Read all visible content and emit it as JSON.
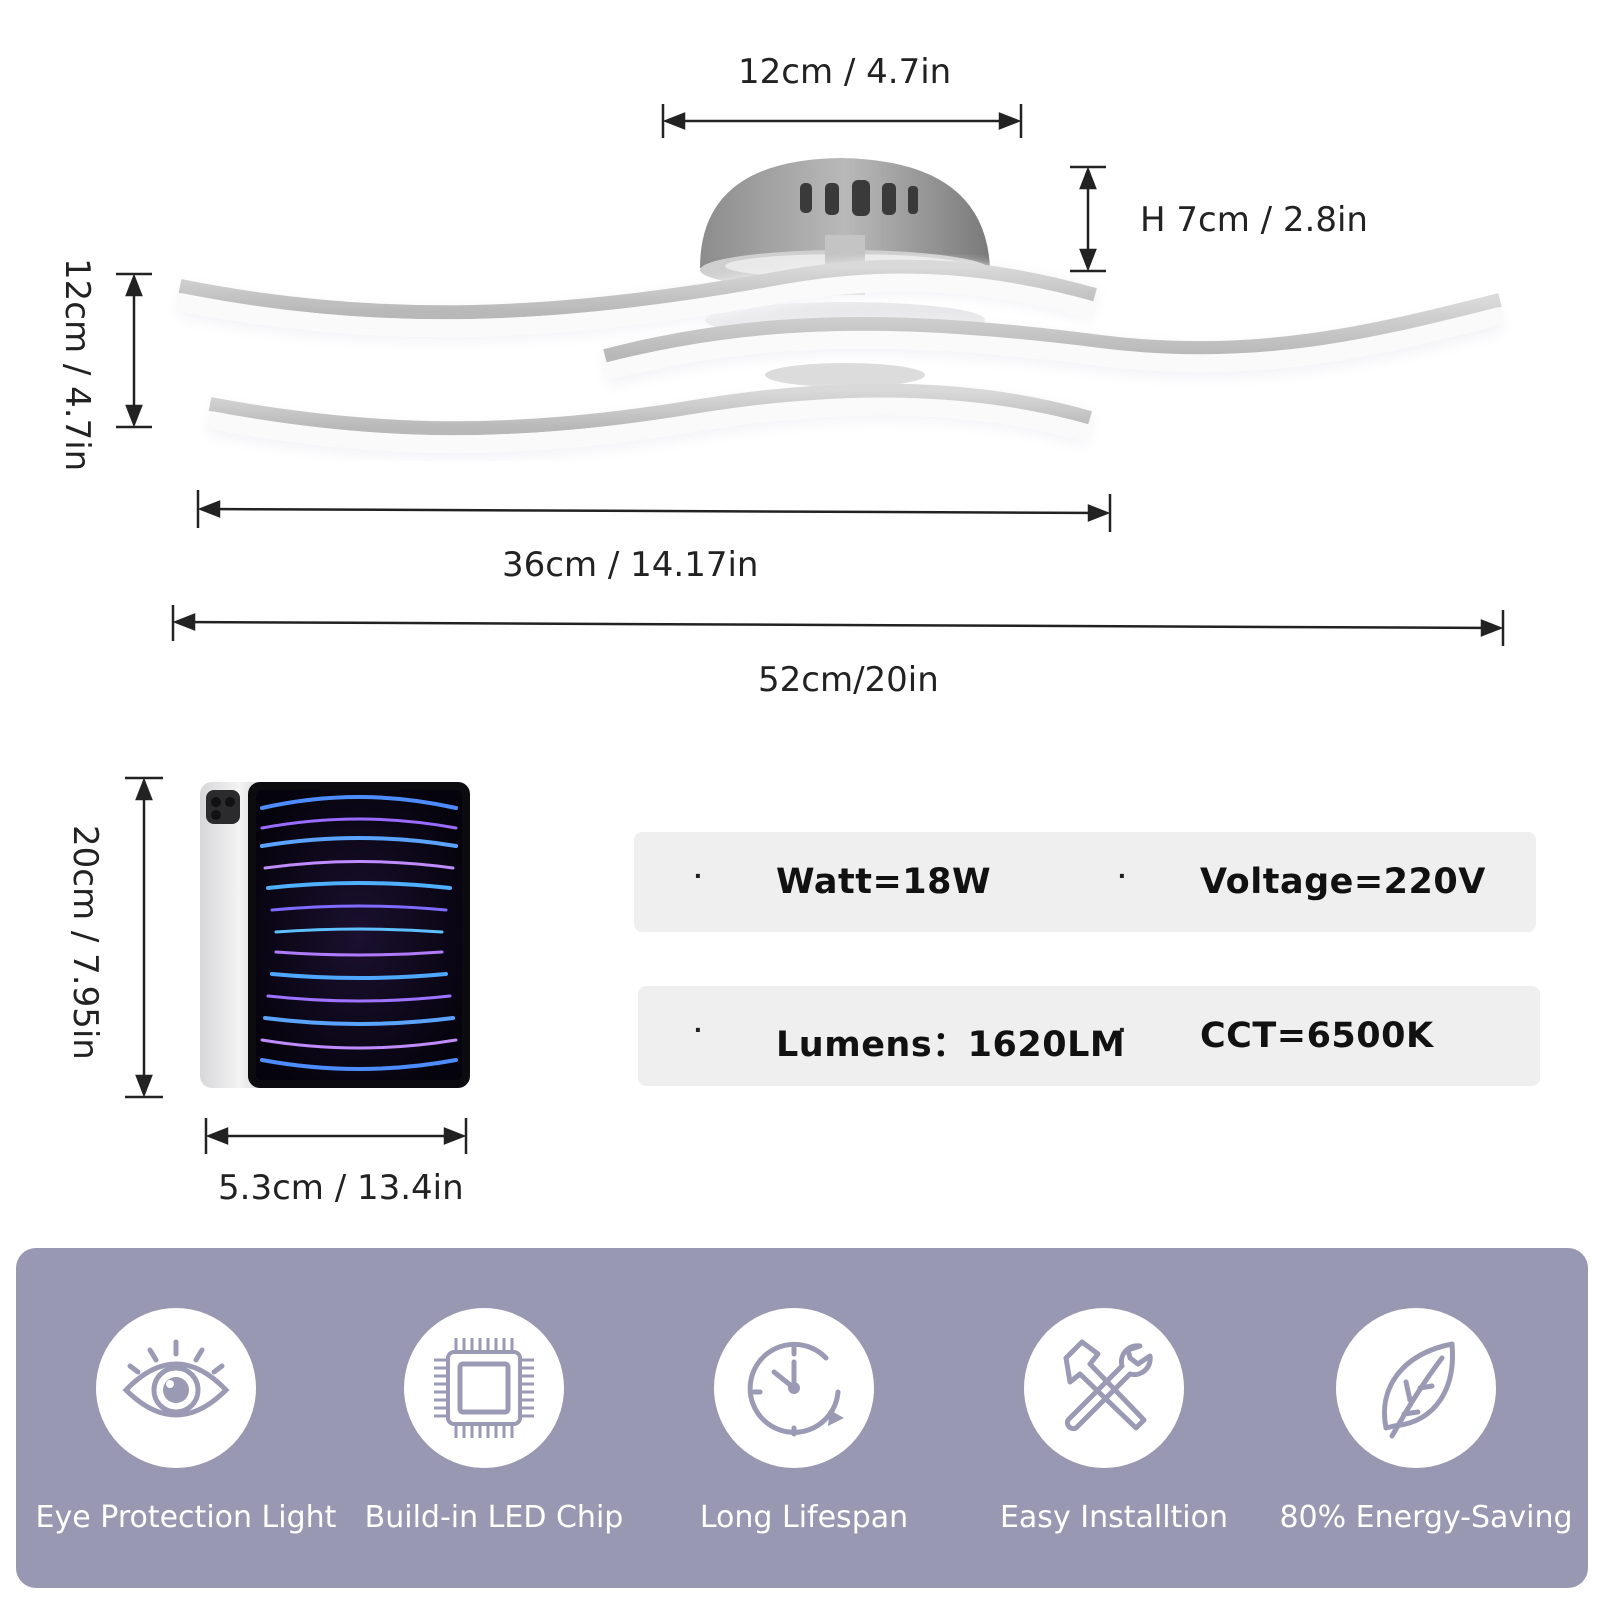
{
  "dimensions": {
    "base_width": "12cm / 4.7in",
    "height": "H 7cm / 2.8in",
    "depth": "12cm / 4.7in",
    "inner_length": "36cm / 14.17in",
    "total_length": "52cm/20in",
    "tablet_height": "20cm / 7.95in",
    "tablet_width": "5.3cm / 13.4in"
  },
  "specs": {
    "row1": {
      "bullet_a": "·",
      "left": "Watt=18W",
      "bullet_b": "·",
      "right": "Voltage=220V"
    },
    "row2": {
      "bullet_a": "·",
      "left": "Lumens：1620LM",
      "bullet_b": "·",
      "right": "CCT=6500K"
    }
  },
  "features": [
    {
      "label": "Eye Protection Light",
      "icon": "eye-icon"
    },
    {
      "label": "Build-in LED Chip",
      "icon": "chip-icon"
    },
    {
      "label": "Long Lifespan",
      "icon": "clock-icon"
    },
    {
      "label": "Easy Installtion",
      "icon": "tools-icon"
    },
    {
      "label": "80% Energy-Saving",
      "icon": "leaf-icon"
    }
  ],
  "colors": {
    "panel": "#9898b2",
    "spec_bg": "#efefef"
  }
}
